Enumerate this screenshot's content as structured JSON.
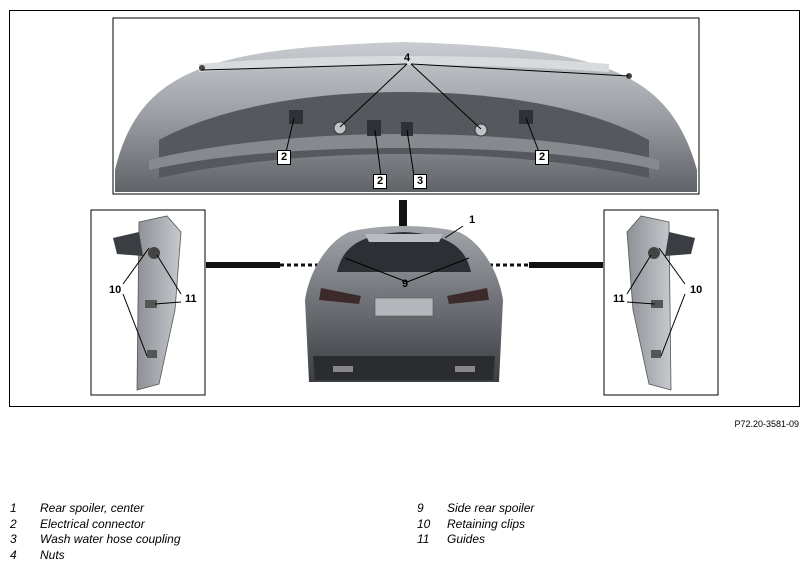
{
  "figure": {
    "reference_code": "P72.20-3581-09",
    "callouts": {
      "c1": "1",
      "c2a": "2",
      "c2b": "2",
      "c2c": "2",
      "c3": "3",
      "c4": "4",
      "c9": "9",
      "c10_left": "10",
      "c10_right": "10",
      "c11_left": "11",
      "c11_right": "11"
    }
  },
  "legend": {
    "left": [
      {
        "num": "1",
        "text": "Rear spoiler, center"
      },
      {
        "num": "2",
        "text": "Electrical connector"
      },
      {
        "num": "3",
        "text": "Wash water hose coupling"
      },
      {
        "num": "4",
        "text": "Nuts"
      }
    ],
    "right": [
      {
        "num": "9",
        "text": "Side rear spoiler"
      },
      {
        "num": "10",
        "text": "Retaining clips"
      },
      {
        "num": "11",
        "text": "Guides"
      }
    ]
  }
}
